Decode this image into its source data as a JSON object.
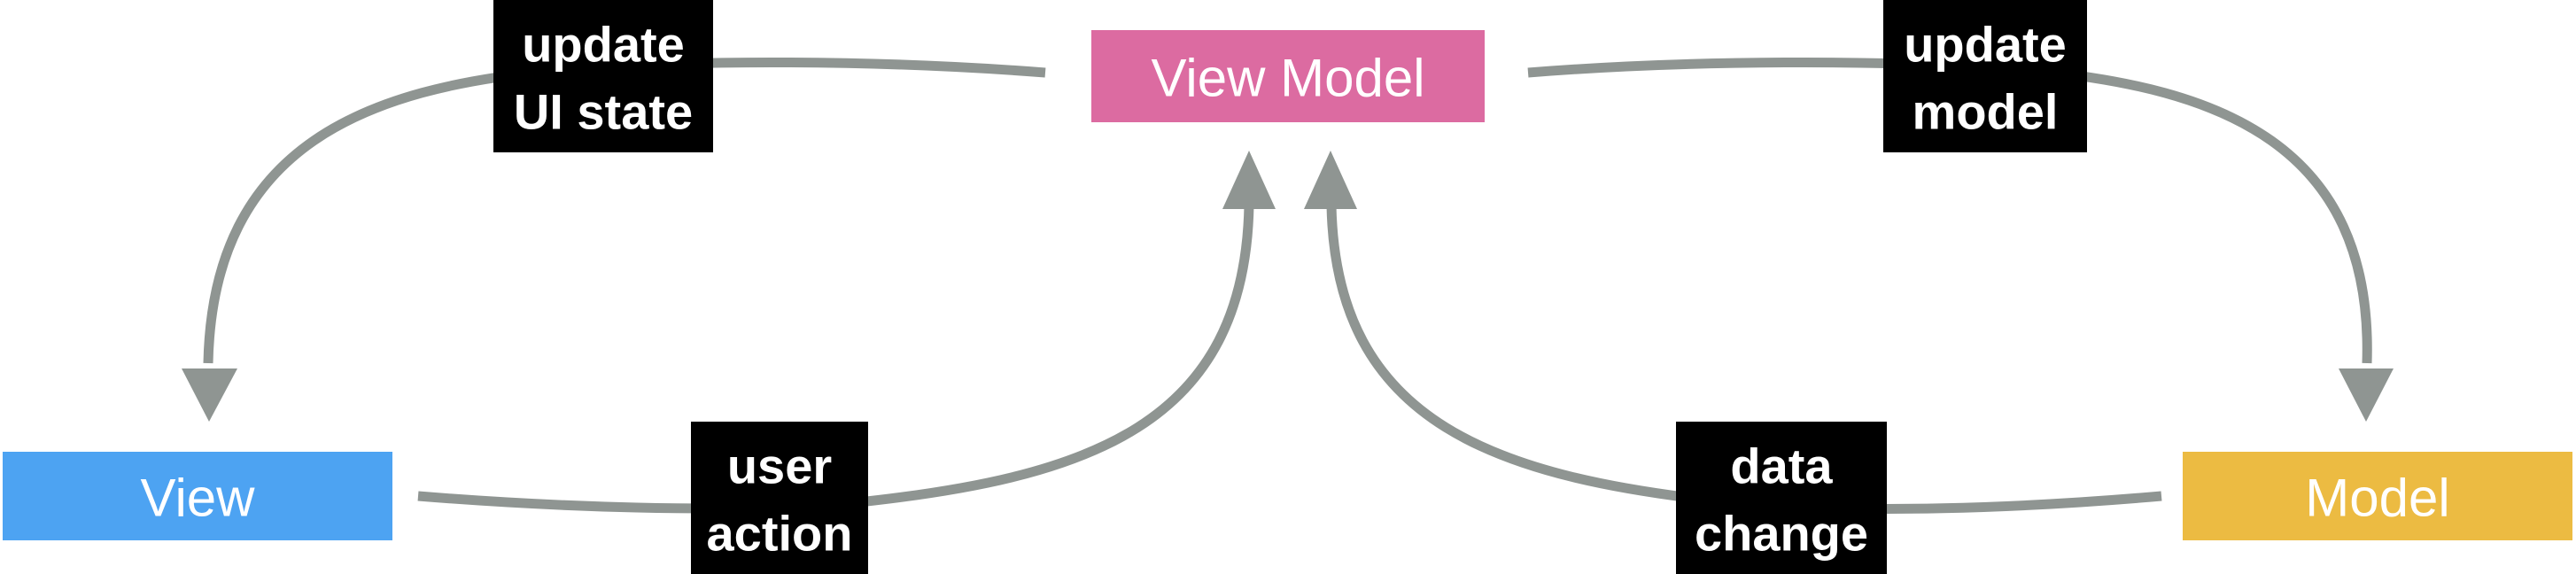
{
  "diagram": {
    "nodes": {
      "view": {
        "label": "View",
        "color": "#4da3f2"
      },
      "view_model": {
        "label": "View Model",
        "color": "#dc6ba1"
      },
      "model": {
        "label": "Model",
        "color": "#ecbb42"
      }
    },
    "edge_labels": {
      "update_ui_state": {
        "line1": "update",
        "line2": "UI state"
      },
      "user_action": {
        "line1": "user",
        "line2": "action"
      },
      "update_model": {
        "line1": "update",
        "line2": "model"
      },
      "data_change": {
        "line1": "data",
        "line2": "change"
      }
    },
    "colors": {
      "edge": "#8f9592",
      "label_background": "#000000",
      "text": "#ffffff"
    }
  }
}
